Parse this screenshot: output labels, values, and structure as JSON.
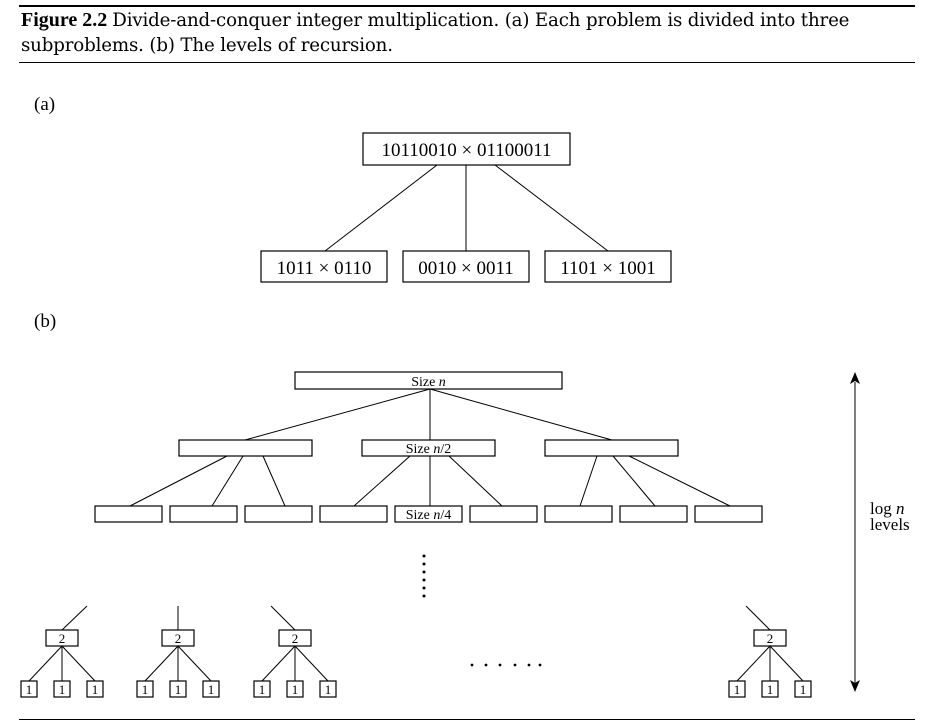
{
  "caption": {
    "number": "Figure 2.2",
    "text": "Divide-and-conquer integer multiplication. (a) Each problem is divided into three subproblems. (b) The levels of recursion."
  },
  "part_a": {
    "label": "(a)",
    "root": "10110010 × 01100011",
    "children": [
      "1011 × 0110",
      "0010 × 0011",
      "1101 × 1001"
    ]
  },
  "part_b": {
    "label": "(b)",
    "root": {
      "prefix": "Size ",
      "var": "n",
      "suffix": ""
    },
    "level1_label": {
      "prefix": "Size ",
      "var": "n",
      "suffix": "/2"
    },
    "level2_label": {
      "prefix": "Size ",
      "var": "n",
      "suffix": "/4"
    },
    "leaf_parent_value": "2",
    "leaf_value": "1",
    "levels_text": {
      "log": "log",
      "var": "n",
      "line2": "levels"
    },
    "dots": "· · · ·  · · · ·"
  }
}
